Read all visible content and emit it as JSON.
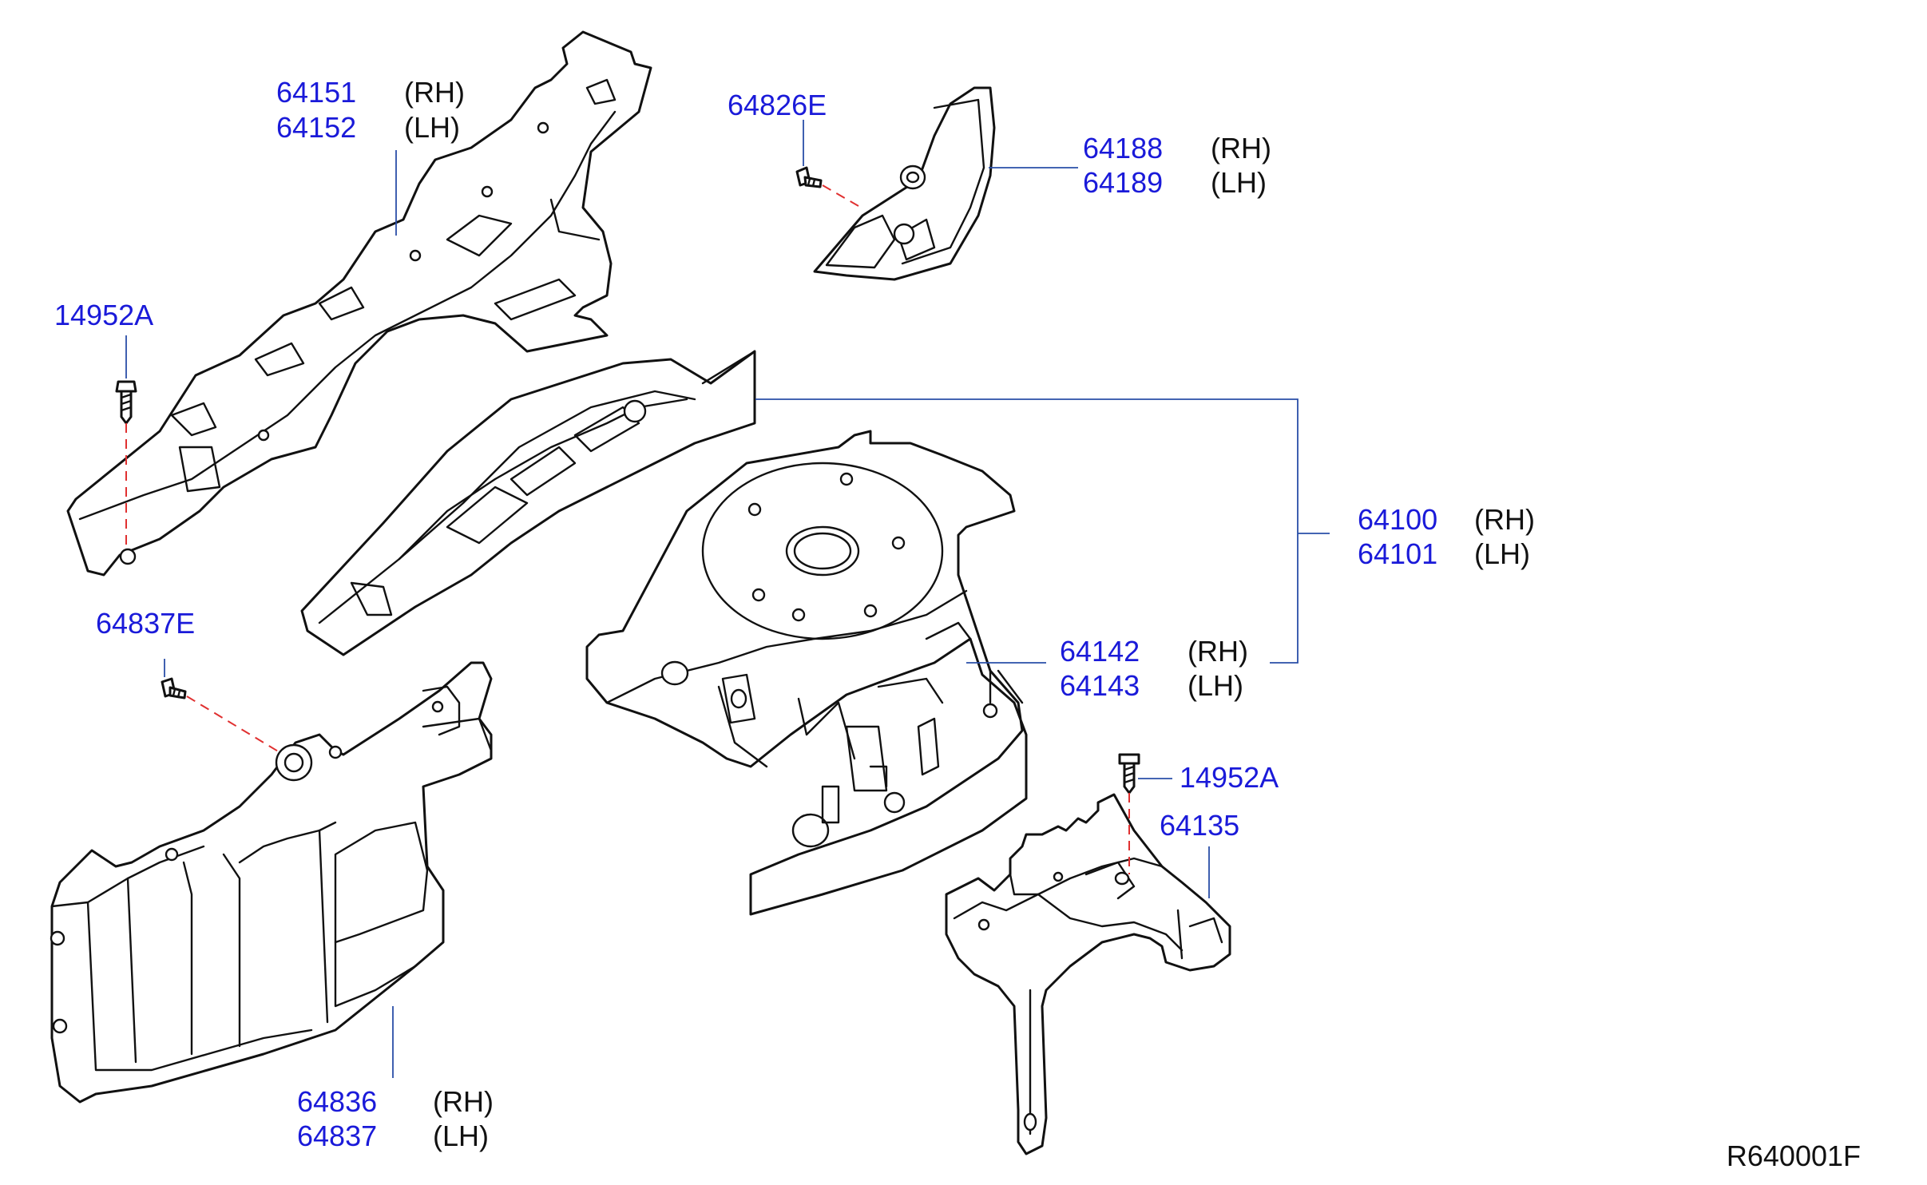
{
  "diagram_code": "R640001F",
  "callouts": {
    "c64151": {
      "part": "64151",
      "side": "(RH)"
    },
    "c64152": {
      "part": "64152",
      "side": "(LH)"
    },
    "c64826E": {
      "part": "64826E"
    },
    "c64188": {
      "part": "64188",
      "side": "(RH)"
    },
    "c64189": {
      "part": "64189",
      "side": "(LH)"
    },
    "c14952A_top": {
      "part": "14952A"
    },
    "c64100": {
      "part": "64100",
      "side": "(RH)"
    },
    "c64101": {
      "part": "64101",
      "side": "(LH)"
    },
    "c64837E": {
      "part": "64837E"
    },
    "c64142": {
      "part": "64142",
      "side": "(RH)"
    },
    "c64143": {
      "part": "64143",
      "side": "(LH)"
    },
    "c14952A_right": {
      "part": "14952A"
    },
    "c64135": {
      "part": "64135"
    },
    "c64836": {
      "part": "64836",
      "side": "(RH)"
    },
    "c64837": {
      "part": "64837",
      "side": "(LH)"
    }
  },
  "colors": {
    "part_number": "#1a1ad9",
    "side_text": "#111111",
    "leader": "#2a4fa8",
    "fastener_axis": "#e03030"
  }
}
